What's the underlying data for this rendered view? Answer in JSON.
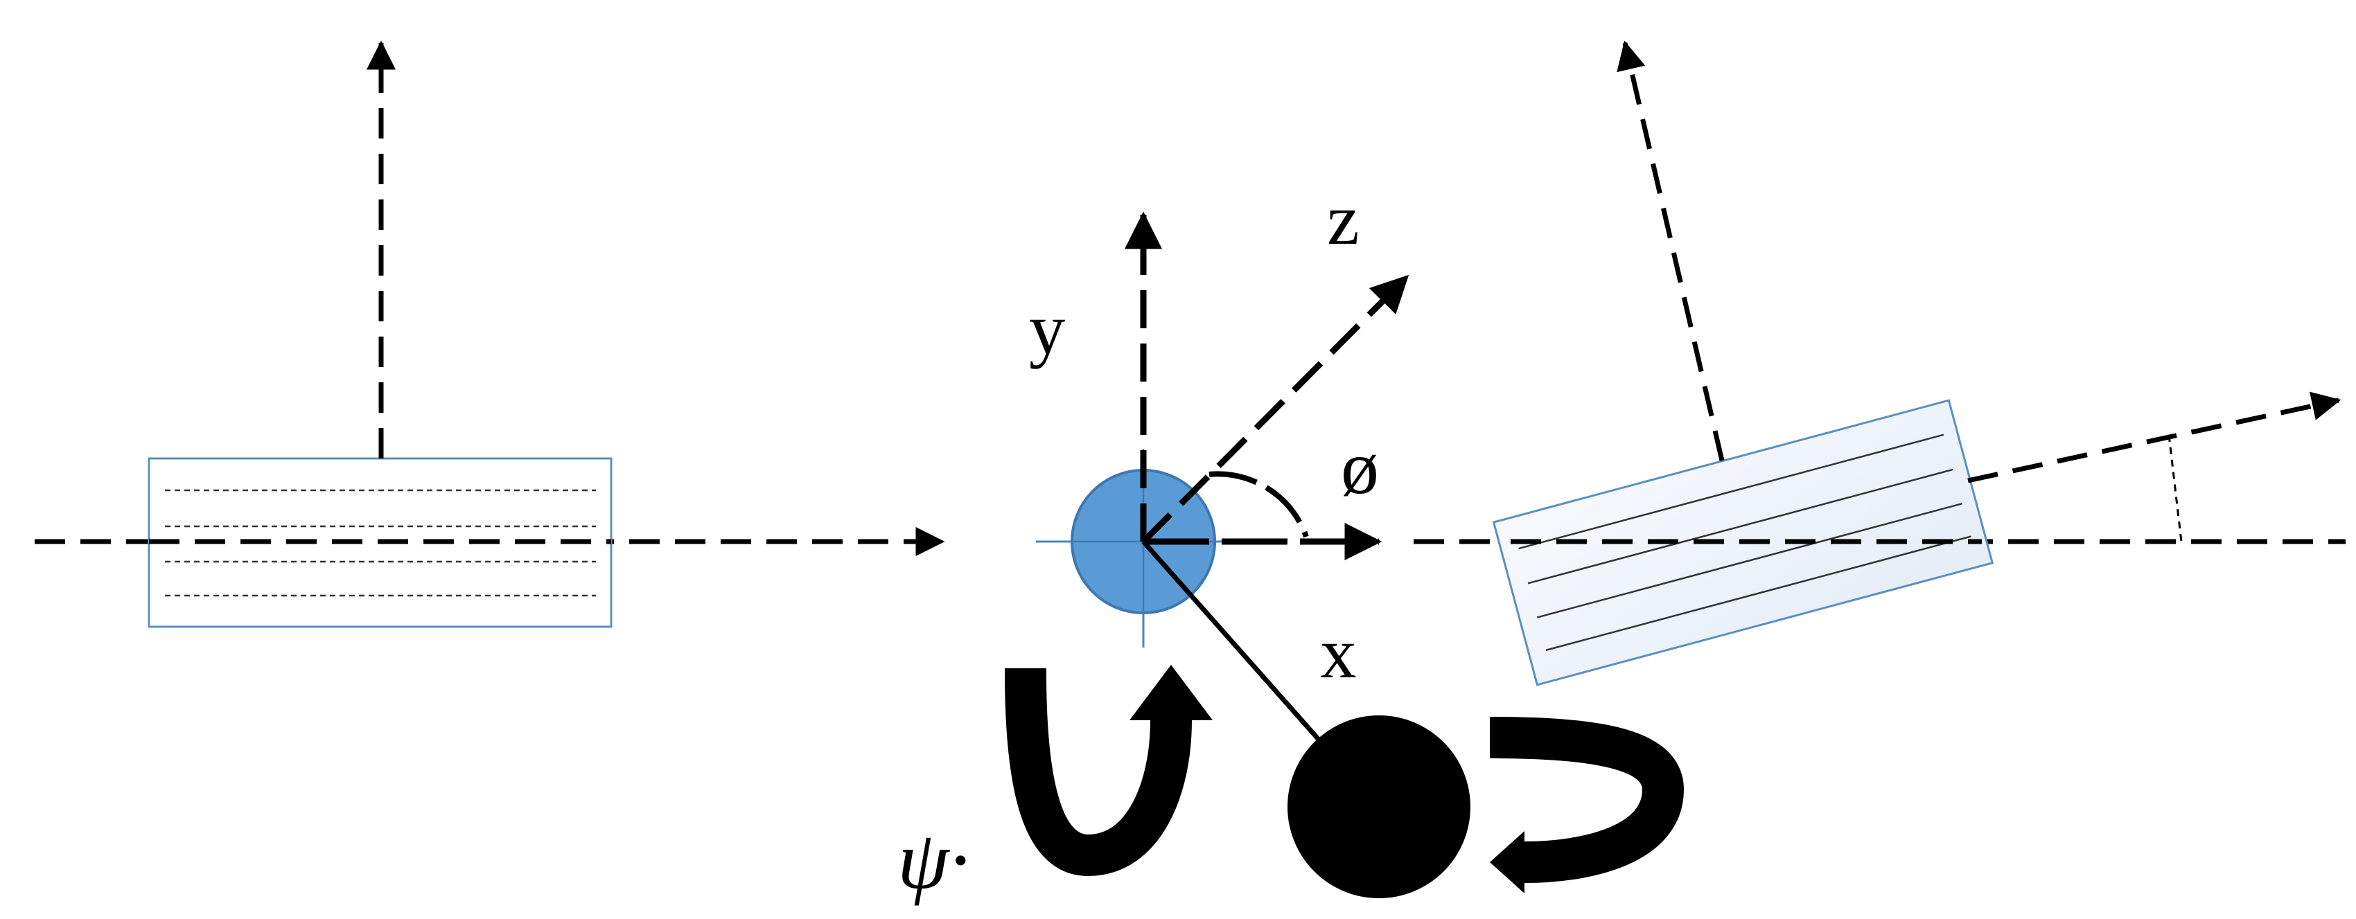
{
  "labels": {
    "z": "z",
    "y": "y",
    "x": "x",
    "phi": "ø",
    "psi": "ψ·"
  },
  "colors": {
    "line": "#000000",
    "box_stroke": "#5b8fc0",
    "disc_fill": "#5b9bd5",
    "disc_stroke": "#3e78b0",
    "box_hatch": "#333333",
    "box_fill_right": "#eef3fa"
  }
}
